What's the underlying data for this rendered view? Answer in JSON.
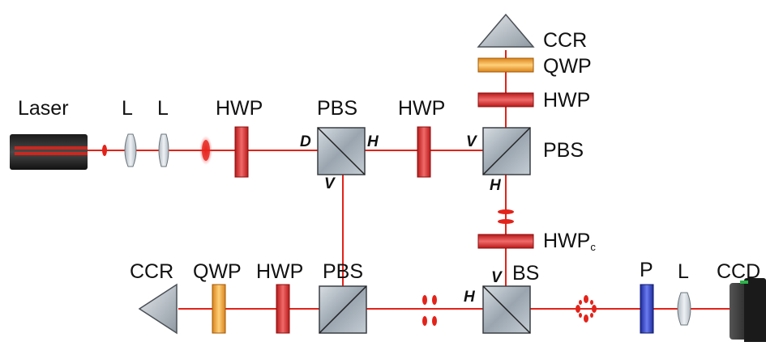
{
  "labels": {
    "laser": "Laser",
    "lens_1": "L",
    "lens_2": "L",
    "hwp_1": "HWP",
    "pbs_1": "PBS",
    "hwp_2": "HWP",
    "pbs_2": "PBS",
    "ccr_top": "CCR",
    "qwp_top": "QWP",
    "hwp_top": "HWP",
    "hwp_c": "HWP",
    "hwp_c_sub": "c",
    "bs": "BS",
    "pbs_3": "PBS",
    "hwp_bottom": "HWP",
    "qwp_bottom": "QWP",
    "ccr_bottom": "CCR",
    "polarizer": "P",
    "lens_3": "L",
    "ccd": "CCD"
  },
  "polarization_labels": {
    "pbs1_d": "D",
    "pbs1_h": "H",
    "pbs1_v": "V",
    "pbs2_v": "V",
    "pbs2_h": "H",
    "bs_v": "V",
    "bs_h": "H"
  },
  "colors": {
    "beam": "#e2231a",
    "hwp": "#e0393a",
    "qwp": "#f2a53a",
    "polarizer": "#2a3fc8",
    "cube": "#a8b2bc",
    "lens": "#d6dde3",
    "device": "#2a2a2a"
  }
}
